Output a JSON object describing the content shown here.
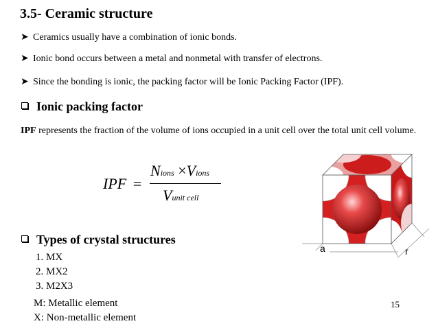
{
  "title": "3.5-  Ceramic structure",
  "bullets": [
    "Ceramics usually have a combination of ionic bonds.",
    "Ionic bond occurs between a metal and nonmetal with transfer of electrons.",
    "Since the bonding is ionic, the packing factor will be Ionic Packing Factor (IPF)."
  ],
  "section1_heading": "Ionic packing factor",
  "ipf_def": {
    "term": "IPF",
    "text": " represents the fraction of the volume of ions occupied in a unit cell over the total unit cell volume."
  },
  "formula": {
    "lhs": "IPF",
    "eq": "=",
    "num_N": "N",
    "num_N_sub": "ions",
    "times": "×",
    "num_V": "V",
    "num_V_sub": "ions",
    "den_V": "V",
    "den_sub": "unit cell"
  },
  "section2_heading": "Types of crystal structures",
  "structures": [
    "1.  MX",
    "2.  MX2",
    "3.  M2X3"
  ],
  "definitions": [
    "M: Metallic element",
    "X: Non-metallic element"
  ],
  "figure": {
    "label_a": "a",
    "label_r": "r",
    "sphere_color": "#d92525"
  },
  "page_number": "15"
}
